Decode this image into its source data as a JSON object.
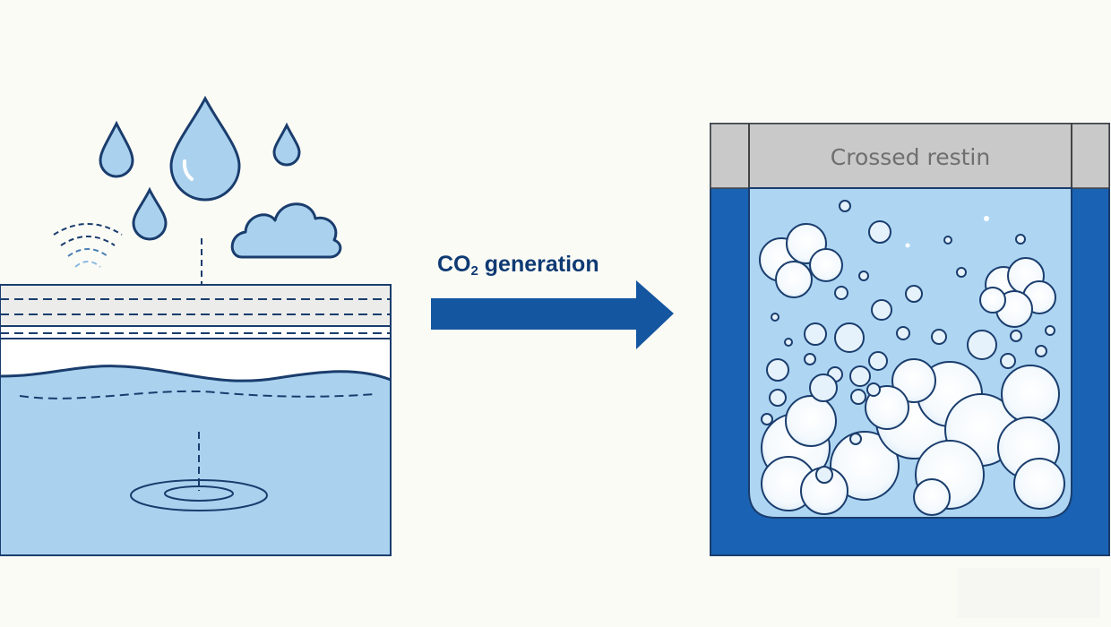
{
  "arrow": {
    "label_main": "CO",
    "label_sub": "2",
    "label_rest": " generation"
  },
  "container": {
    "lid_label": "Crossed restin"
  },
  "colors": {
    "water": "#aad2ef",
    "outline": "#1a3d6d",
    "arrow": "#1556a0",
    "container": "#1a62b3",
    "lid": "#c9c9c9",
    "foam": "#ffffff"
  }
}
